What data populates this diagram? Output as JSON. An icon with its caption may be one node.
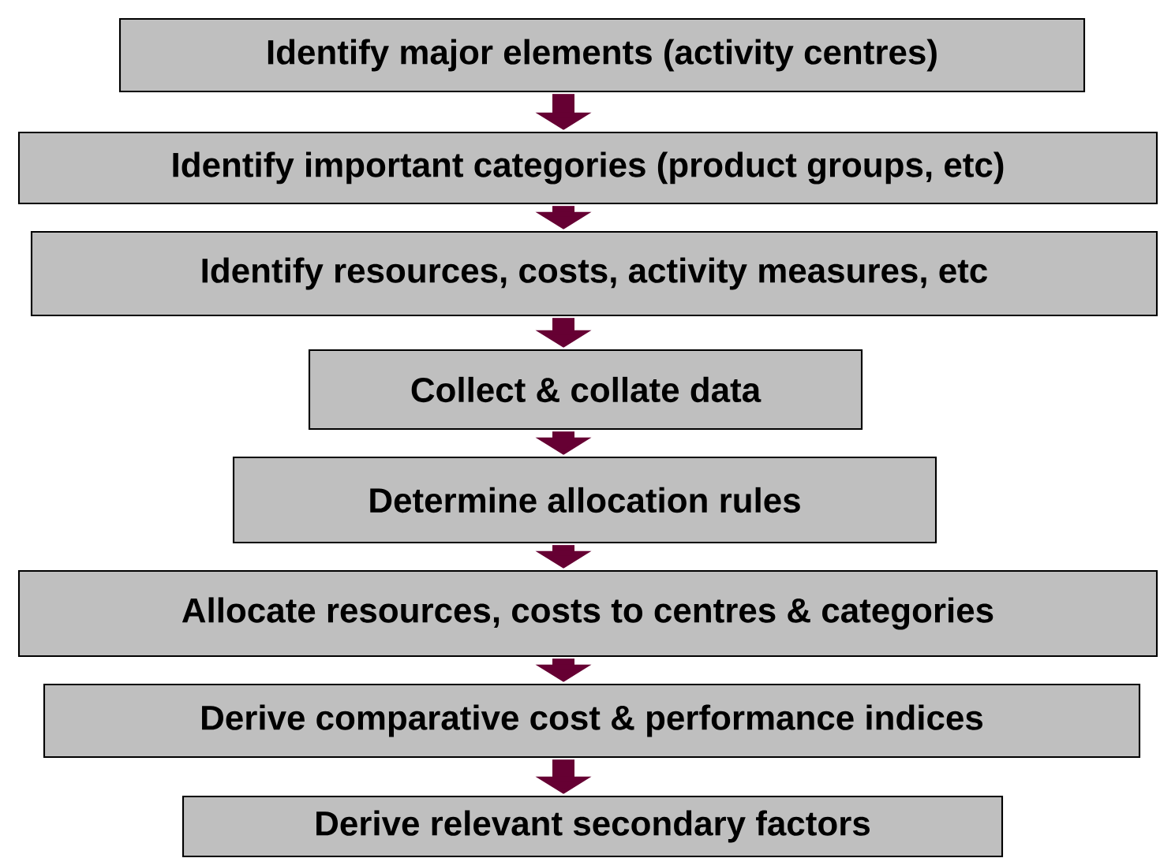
{
  "diagram": {
    "nodes": [
      {
        "text": [
          "Identify major elements (activity centres)"
        ]
      },
      {
        "text": [
          "Identify important categories (product groups, etc)"
        ]
      },
      {
        "text": [
          "Identify resources, costs, activity measures, etc"
        ]
      },
      {
        "text": [
          "Collect & collate data"
        ]
      },
      {
        "text": [
          "Determine allocation rules"
        ]
      },
      {
        "text": [
          "Allocate resources, costs to centres & categories"
        ]
      },
      {
        "text": [
          "Derive comparative cost & performance indices"
        ]
      },
      {
        "text": [
          "Derive relevant secondary factors"
        ]
      }
    ],
    "edges": [
      {
        "from": 0,
        "to": 1,
        "arrow": "to"
      },
      {
        "from": 1,
        "to": 2,
        "arrow": "to"
      },
      {
        "from": 2,
        "to": 3,
        "arrow": "to"
      },
      {
        "from": 3,
        "to": 4,
        "arrow": "to"
      },
      {
        "from": 4,
        "to": 5,
        "arrow": "to"
      },
      {
        "from": 5,
        "to": 6,
        "arrow": "to"
      },
      {
        "from": 6,
        "to": 7,
        "arrow": "to"
      }
    ]
  }
}
